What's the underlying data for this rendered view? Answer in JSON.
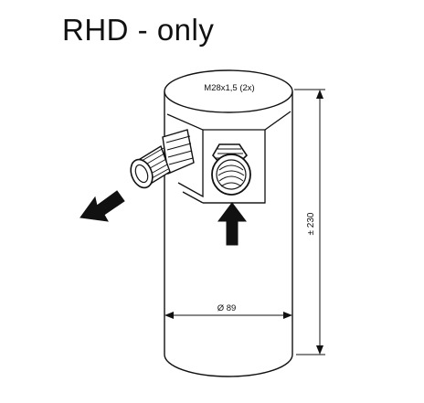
{
  "title": "RHD - only",
  "labels": {
    "thread": "M28x1,5 (2x)",
    "diameter": "Ø 89",
    "height": "± 230"
  },
  "colors": {
    "line": "#111111",
    "background": "#ffffff"
  }
}
